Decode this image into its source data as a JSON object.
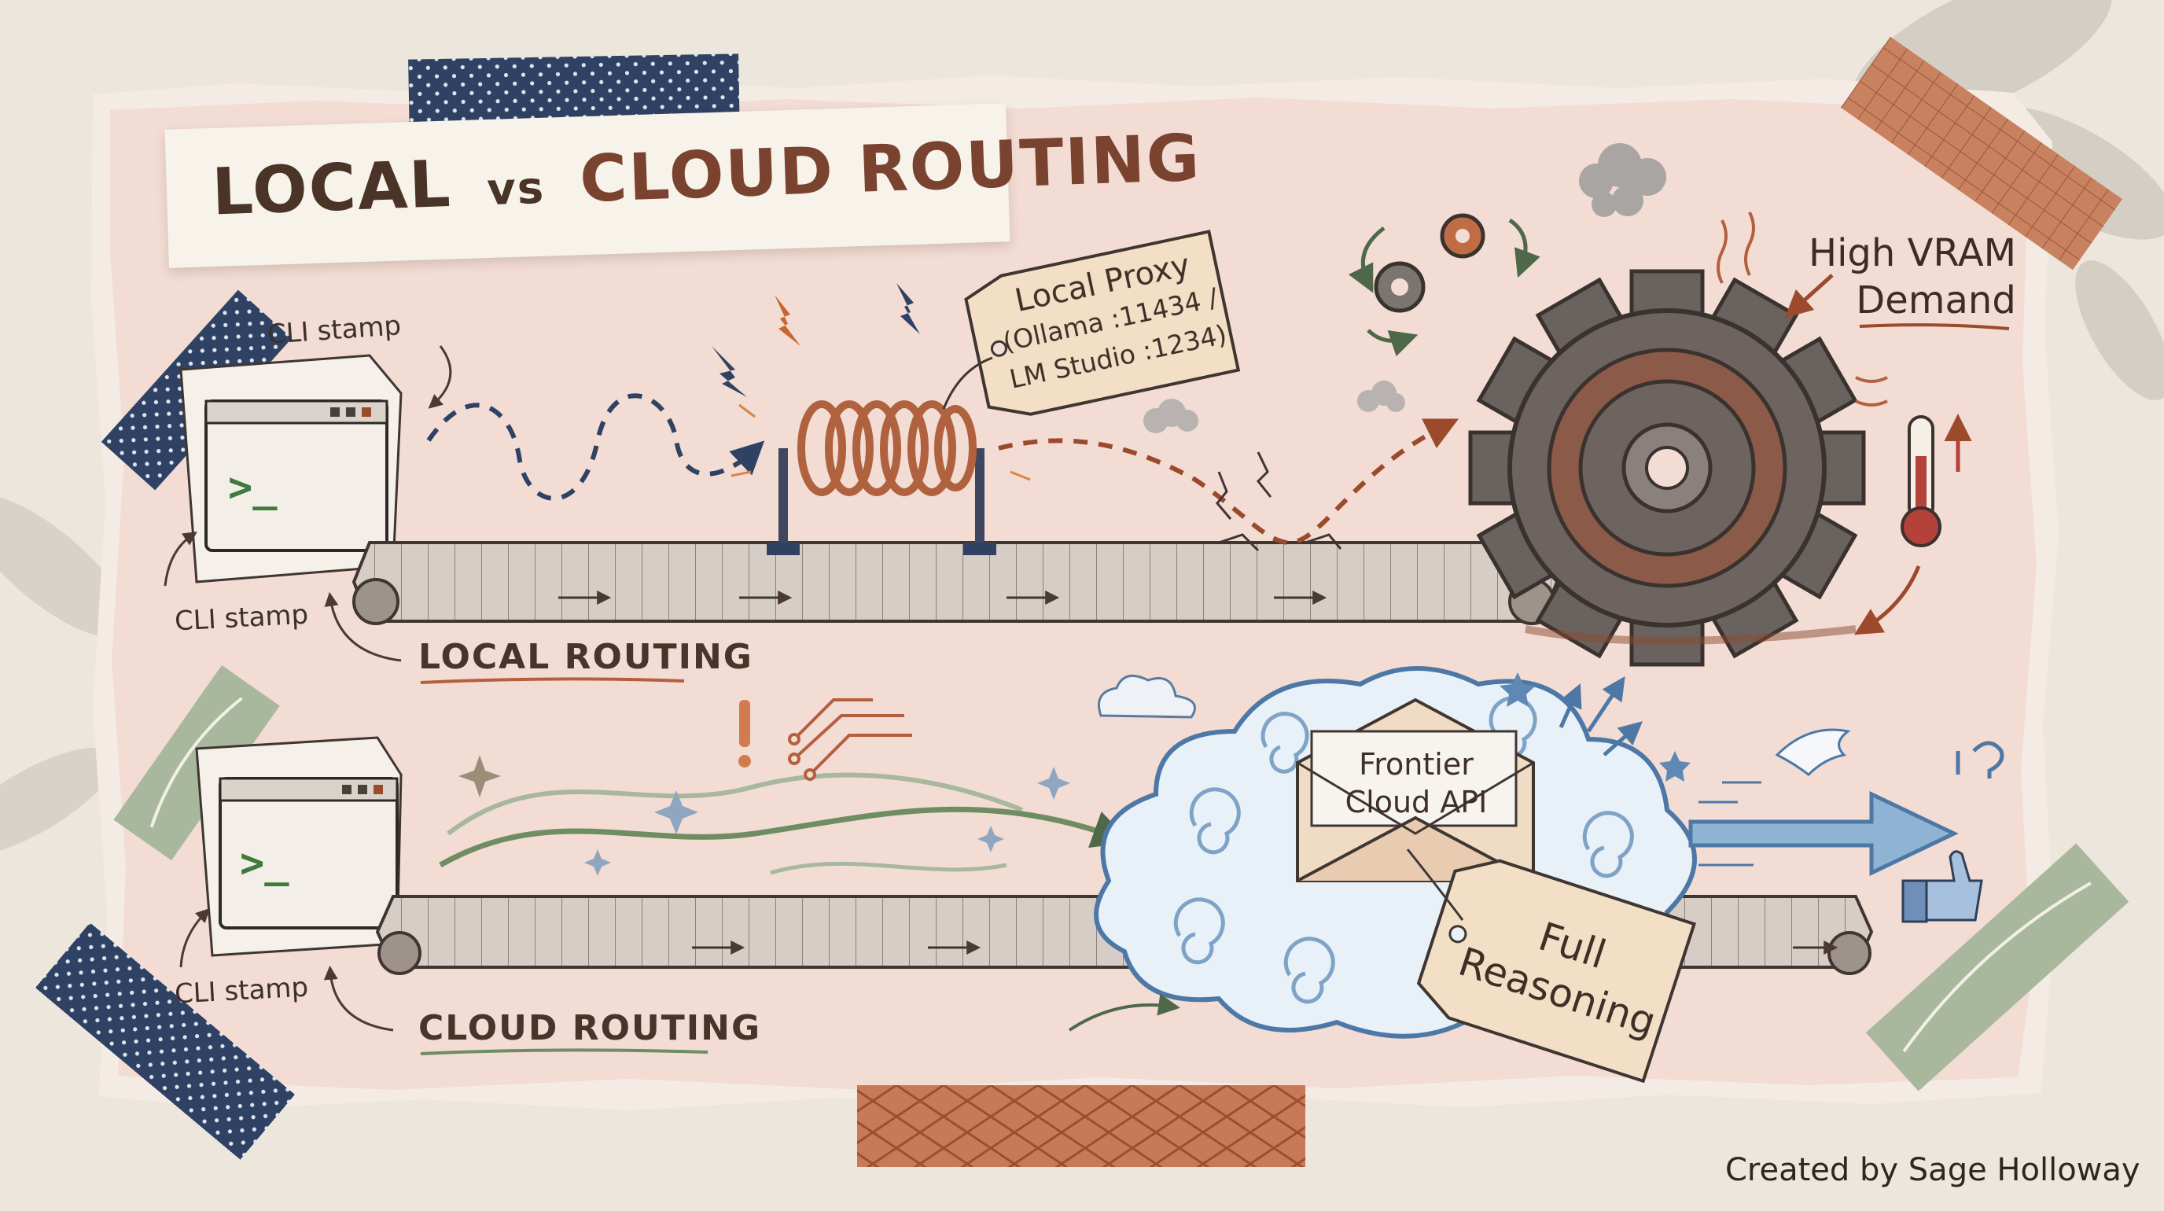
{
  "title": {
    "part1": "LOCAL",
    "part2": "vs",
    "part3": "CLOUD ROUTING"
  },
  "local": {
    "cli_stamp_top": "CLI stamp",
    "cli_stamp_bottom": "CLI stamp",
    "route_label": "LOCAL ROUTING",
    "proxy_tag": {
      "line1": "Local Proxy",
      "line2": "(Ollama :11434 /",
      "line3": "LM Studio :1234)"
    },
    "vram": {
      "line1": "High VRAM",
      "line2": "Demand"
    }
  },
  "cloud": {
    "cli_stamp": "CLI stamp",
    "route_label": "CLOUD ROUTING",
    "envelope": {
      "line1": "Frontier",
      "line2": "Cloud API"
    },
    "reasoning_tag": {
      "line1": "Full",
      "line2": "Reasoning"
    },
    "terminal_prompt": ">_"
  },
  "terminal_prompt": ">_",
  "footer": {
    "credit": "Created by Sage Holloway"
  },
  "colors": {
    "paper": "#f2dcd4",
    "background": "#ece6dc",
    "navy_tape": "#2f4263",
    "rust": "#b45f3e",
    "sage": "#8fa585",
    "sky": "#8fb3d3",
    "ink": "#3b302c"
  }
}
